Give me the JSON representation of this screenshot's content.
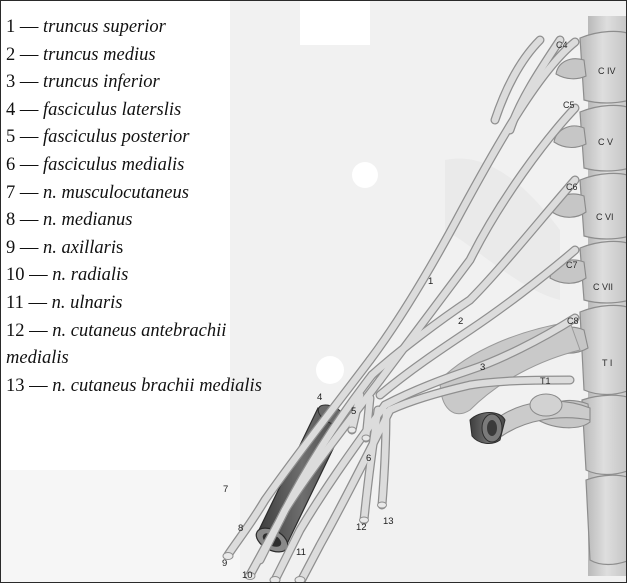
{
  "legend": [
    {
      "num": "1",
      "dash": " — ",
      "term": "truncus superior"
    },
    {
      "num": "2",
      "dash": " — ",
      "term": "truncus medius"
    },
    {
      "num": "3",
      "dash": " — ",
      "term": "truncus inferior"
    },
    {
      "num": "4",
      "dash": " — ",
      "term": "fasciculus laterslis"
    },
    {
      "num": "5",
      "dash": " — ",
      "term": "fasciculus posterior"
    },
    {
      "num": "6",
      "dash": " — ",
      "term": "fasciculus medialis"
    },
    {
      "num": "7",
      "dash": " — ",
      "term": "n. musculocutaneus"
    },
    {
      "num": "8",
      "dash": " — ",
      "term": "n. medianus"
    },
    {
      "num": "9",
      "dash": " — ",
      "term": "n. axillari",
      "suffix": "s"
    },
    {
      "num": "10",
      "dash": " — ",
      "term": "n. radialis"
    },
    {
      "num": "11",
      "dash": " — ",
      "term": "n. ulnaris"
    },
    {
      "num": "12",
      "dash": " — ",
      "term": "n. cutaneus antebrachii medialis"
    },
    {
      "num": "13",
      "dash": " — ",
      "term": "n. cutaneus brachii medialis"
    }
  ],
  "vertebra_labels": {
    "cervical_nerves": [
      "C4",
      "C5",
      "C6",
      "C7",
      "C8"
    ],
    "thoracic_nerve": "T1",
    "vertebral_bodies": [
      "C IV",
      "C V",
      "C VI",
      "C VII",
      "T I"
    ]
  },
  "figure_numbers": [
    "1",
    "2",
    "3",
    "4",
    "5",
    "6",
    "7",
    "8",
    "9",
    "10",
    "11",
    "12",
    "13"
  ],
  "colors": {
    "nerve": "#dcdcdc",
    "nerve_edge": "#8f8f8f",
    "bone": "#cfcfcf",
    "bone_shadow": "#a9a9a9",
    "artery": "#5d5d5d",
    "background": "#f4f4f4",
    "frame": "#2a2a2a",
    "text": "#111111"
  }
}
